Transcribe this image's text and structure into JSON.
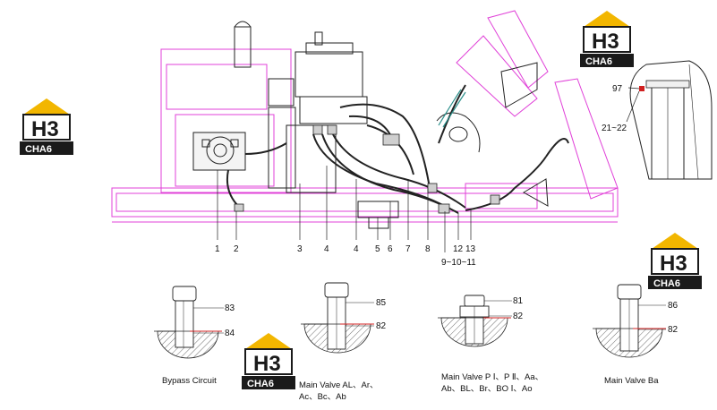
{
  "logo": {
    "letters": "H3",
    "subtitle": "CHA6"
  },
  "callouts": {
    "n1": "1",
    "n2": "2",
    "n3": "3",
    "n4a": "4",
    "n4b": "4",
    "n5": "5",
    "n6": "6",
    "n7": "7",
    "n8": "8",
    "n9_11": "9~10~11",
    "n12": "12",
    "n13": "13",
    "n97": "97",
    "n21_22": "21~22",
    "n83": "83",
    "n84": "84",
    "n85": "85",
    "n82a": "82",
    "n81": "81",
    "n82b": "82",
    "n86": "86",
    "n82c": "82"
  },
  "captions": {
    "bypass": "Bypass Circuit",
    "main_al_1": "Main Valve AL、Ar、",
    "main_al_2": "Ac、Bc、Ab",
    "main_p_1": "Main Valve P Ⅰ、P Ⅱ、Aa、",
    "main_p_2": "Ab、BL、Br、BO Ⅰ、Ao",
    "main_ba": "Main Valve Ba"
  },
  "colors": {
    "pink": "#e040d8",
    "line": "#222222",
    "logo_yellow": "#f2b600",
    "logo_dark": "#1a1a1a",
    "seal_red": "#d02020",
    "hose_teal": "#2a8f8a"
  }
}
